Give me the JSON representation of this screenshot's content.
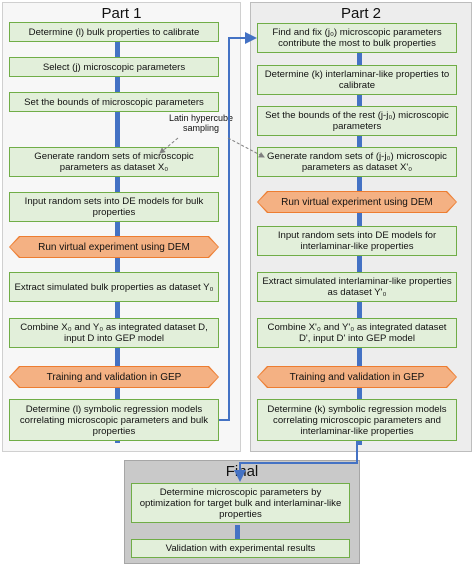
{
  "part1": {
    "title": "Part 1",
    "steps": [
      "Determine (l) bulk properties to calibrate",
      "Select (j) microscopic parameters",
      "Set the bounds of microscopic parameters",
      "Generate random sets of microscopic parameters as dataset X₀",
      "Input random sets into DE models for bulk properties",
      "Run virtual experiment using DEM",
      "Extract simulated bulk properties as dataset Y₀",
      "Combine X₀ and Y₀ as integrated dataset D, input D into GEP model",
      "Training and validation in GEP",
      "Determine (l) symbolic regression models correlating microscopic parameters and bulk properties"
    ]
  },
  "part2": {
    "title": "Part 2",
    "steps": [
      "Find and fix (j₀) microscopic parameters contribute the most to bulk properties",
      "Determine (k) interlaminar-like properties to calibrate",
      "Set the bounds of the rest (j-j₀) microscopic parameters",
      "Generate random sets of (j-j₀) microscopic parameters as dataset X'₀",
      "Run virtual experiment using DEM",
      "Input random sets into DE models for interlaminar-like properties",
      "Extract simulated interlaminar-like properties as dataset Y'₀",
      "Combine X'₀ and Y'₀ as integrated dataset D', input D' into GEP model",
      "Training and validation in GEP",
      "Determine (k) symbolic regression models correlating microscopic parameters and interlaminar-like properties"
    ]
  },
  "final": {
    "title": "Final",
    "steps": [
      "Determine microscopic parameters by optimization for target bulk and interlaminar-like properties",
      "Validation with experimental results"
    ]
  },
  "annotation": "Latin hypercube sampling",
  "colors": {
    "process_fill": "#e2efda",
    "process_border": "#70ad47",
    "dem_fill": "#f4b183",
    "spine": "#4472c4",
    "panel2_bg": "#ededed",
    "final_bg": "#c9c9c9"
  }
}
